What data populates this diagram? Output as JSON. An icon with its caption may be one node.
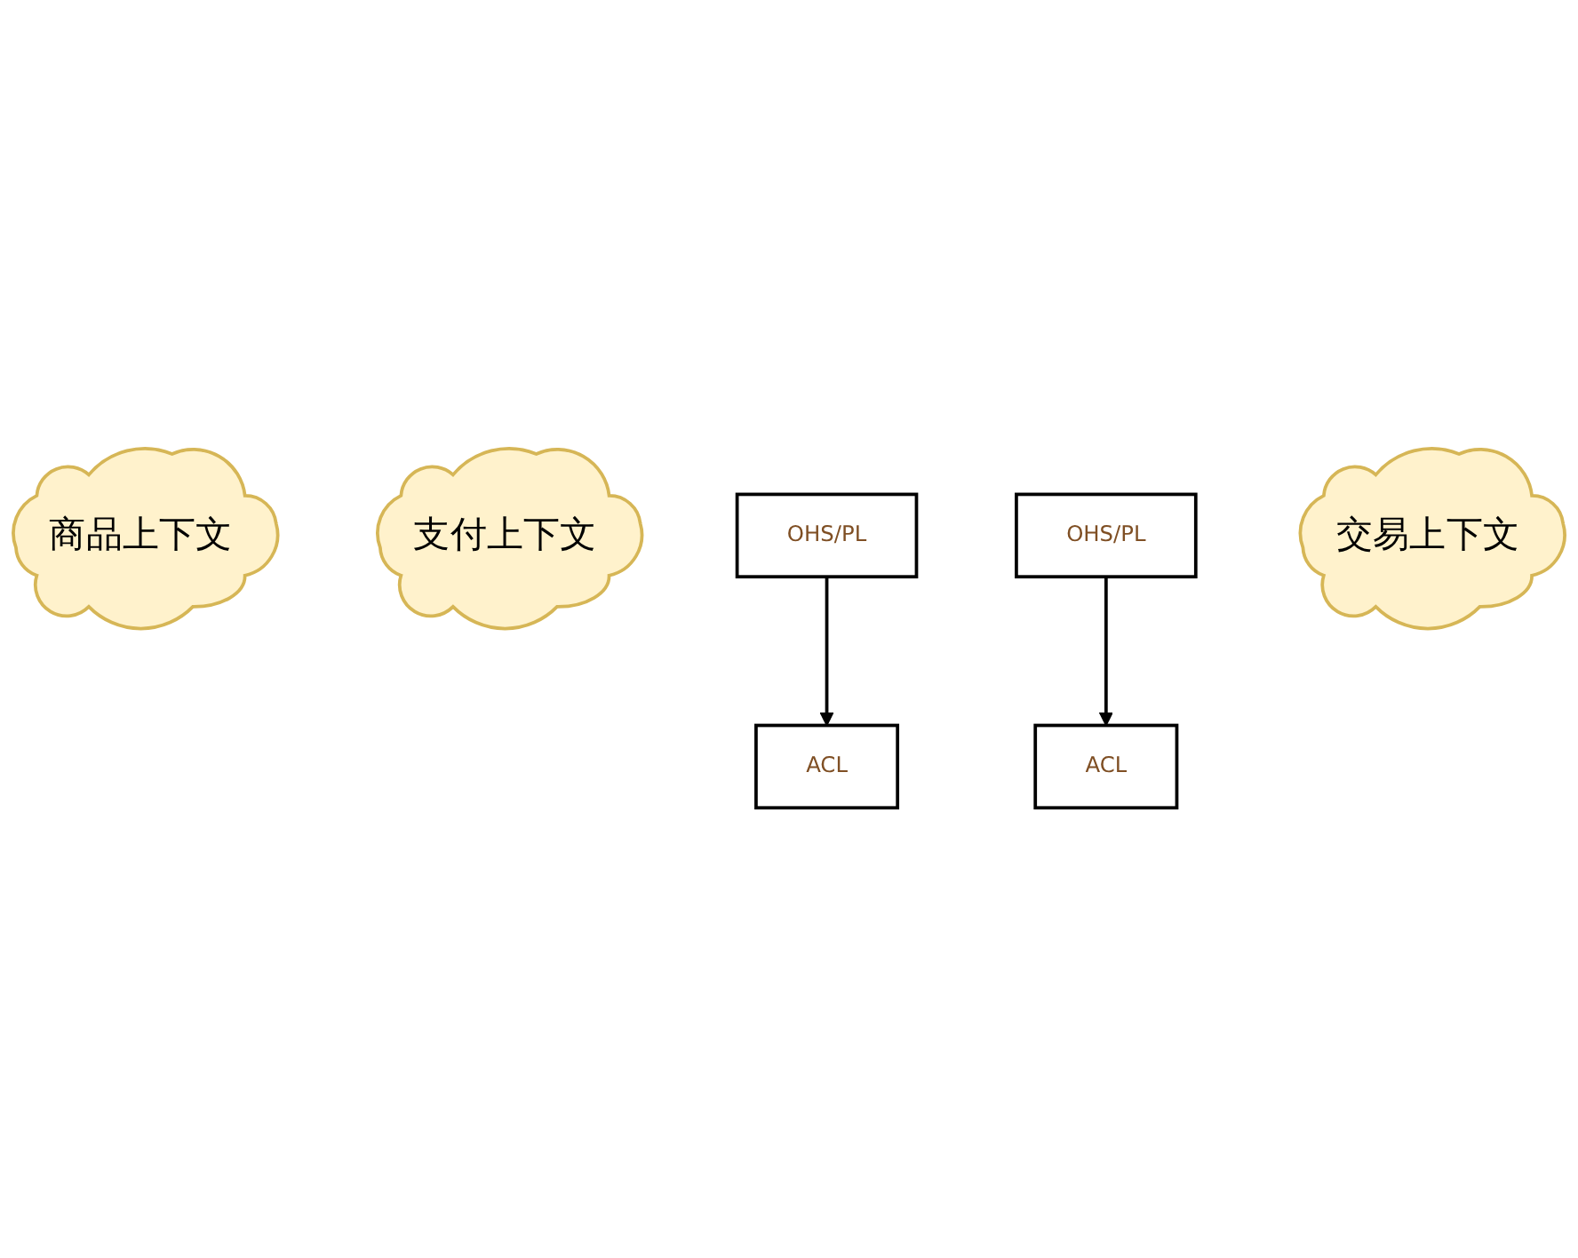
{
  "diagram": {
    "nodes": [
      {
        "text": [
          "商品上下文"
        ]
      },
      {
        "text": [
          "支付上下文"
        ]
      },
      {
        "text": [
          "OHS/PL"
        ]
      },
      {
        "text": [
          "OHS/PL"
        ]
      },
      {
        "text": [
          "ACL"
        ]
      },
      {
        "text": [
          "ACL"
        ]
      },
      {
        "text": [
          "交易上下文"
        ]
      }
    ],
    "edges": [
      {
        "from": 2,
        "to": 4,
        "arrow": "to"
      },
      {
        "from": 3,
        "to": 5,
        "arrow": "to"
      }
    ]
  }
}
